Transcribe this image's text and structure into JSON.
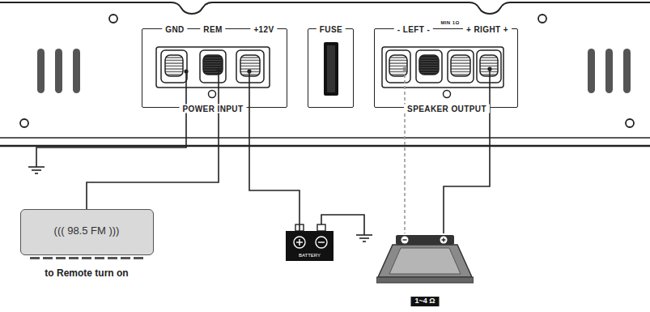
{
  "diagram": {
    "nodes": [
      {
        "text": [
          "GND",
          "REM",
          "+12V",
          "POWER INPUT"
        ]
      },
      {
        "text": [
          "FUSE"
        ]
      },
      {
        "text": [
          "- LEFT -",
          "MIN 1Ω",
          "+ RIGHT +",
          "SPEAKER OUTPUT"
        ]
      },
      {
        "text": [
          "((( 98.5 FM )))",
          "to Remote turn on"
        ]
      },
      {
        "text": [
          "BATTERY"
        ]
      },
      {
        "text": [
          "1~4 Ω"
        ]
      }
    ],
    "edges": [
      {
        "from": 0,
        "to": 3,
        "arrow": "none"
      },
      {
        "from": 0,
        "to": 4,
        "arrow": "none"
      },
      {
        "from": 2,
        "to": 5,
        "arrow": "none"
      },
      {
        "from": 2,
        "to": 5,
        "arrow": "none"
      }
    ]
  }
}
